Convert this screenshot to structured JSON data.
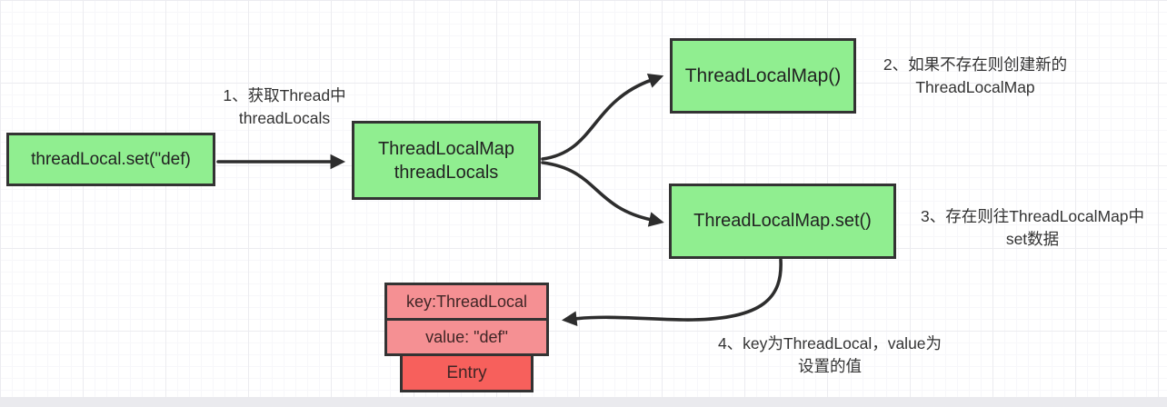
{
  "diagram": {
    "nodes": {
      "start": "threadLocal.set(\"def)",
      "thread_locals_line1": "ThreadLocalMap",
      "thread_locals_line2": "threadLocals",
      "new_map": "ThreadLocalMap()",
      "map_set": "ThreadLocalMap.set()",
      "entry_key": "key:ThreadLocal",
      "entry_value": "value: \"def\"",
      "entry": "Entry"
    },
    "annotations": {
      "step1_line1": "1、获取Thread中",
      "step1_line2": "threadLocals",
      "step2_line1": "2、如果不存在则创建新的",
      "step2_line2": "ThreadLocalMap",
      "step3_line1": "3、存在则往ThreadLocalMap中",
      "step3_line2": "set数据",
      "step4_line1": "4、key为ThreadLocal，value为",
      "step4_line2": "设置的值"
    },
    "colors": {
      "node_green": "#90ee90",
      "node_pink": "#f59093",
      "node_red": "#f7605c",
      "node_border": "#333333",
      "arrow": "#2d2d2d",
      "text_dark": "#222222",
      "annotation_text": "#333333"
    }
  }
}
